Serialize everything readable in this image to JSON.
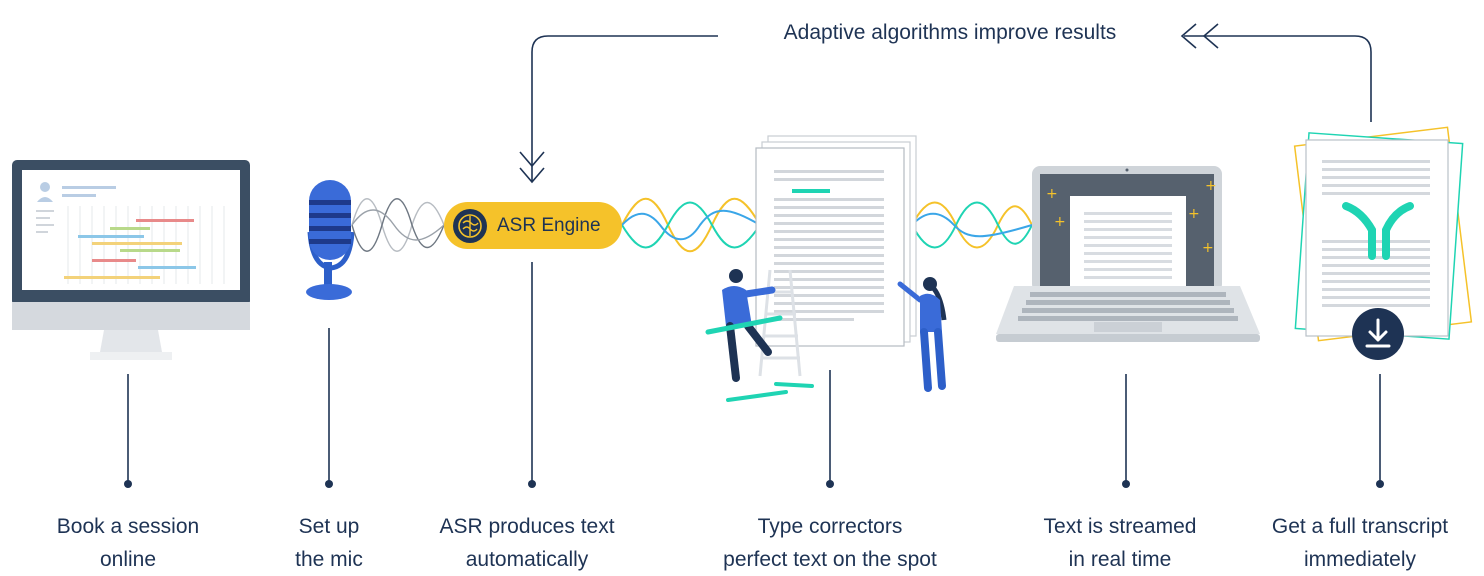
{
  "loop_label": "Adaptive algorithms improve results",
  "engine_label": "ASR Engine",
  "steps": [
    {
      "line1": "Book a session",
      "line2": "online",
      "icon": "monitor-icon"
    },
    {
      "line1": "Set up",
      "line2": "the mic",
      "icon": "microphone-icon"
    },
    {
      "line1": "ASR produces text",
      "line2": "automatically",
      "icon": "asr-engine-icon"
    },
    {
      "line1": "Type correctors",
      "line2": "perfect text on the spot",
      "icon": "documents-icon"
    },
    {
      "line1": "Text is streamed",
      "line2": "in real time",
      "icon": "laptop-icon"
    },
    {
      "line1": "Get a full transcript",
      "line2": "immediately",
      "icon": "transcript-icon"
    }
  ],
  "colors": {
    "navy": "#1e3354",
    "teal": "#1fd4b3",
    "yellow": "#f5c22a",
    "blue": "#3a6bd8",
    "grey": "#d5d9de"
  }
}
